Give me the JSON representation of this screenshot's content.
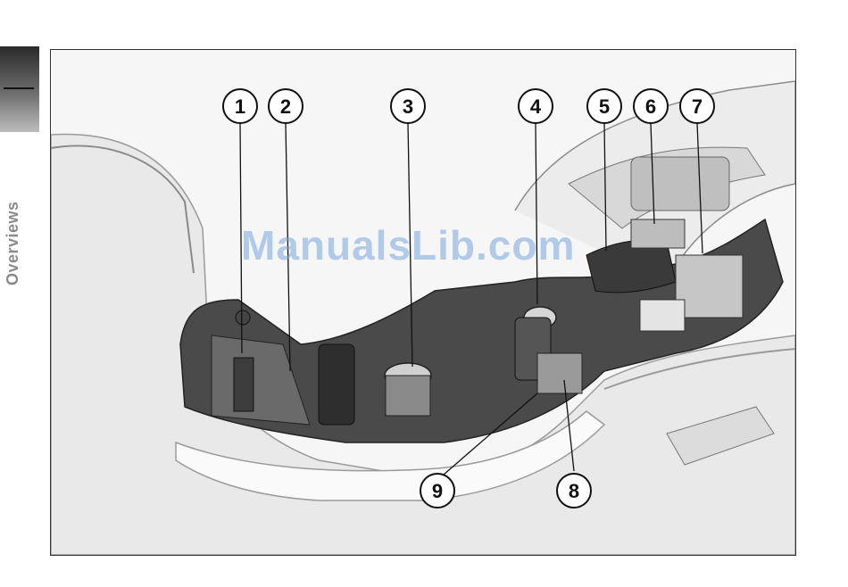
{
  "sidebar": {
    "section_label": "Overviews"
  },
  "figure": {
    "callouts": [
      {
        "label": "1"
      },
      {
        "label": "2"
      },
      {
        "label": "3"
      },
      {
        "label": "4"
      },
      {
        "label": "5"
      },
      {
        "label": "6"
      },
      {
        "label": "7"
      },
      {
        "label": "8"
      },
      {
        "label": "9"
      }
    ]
  },
  "watermark": {
    "text": "ManualsLib.com"
  }
}
